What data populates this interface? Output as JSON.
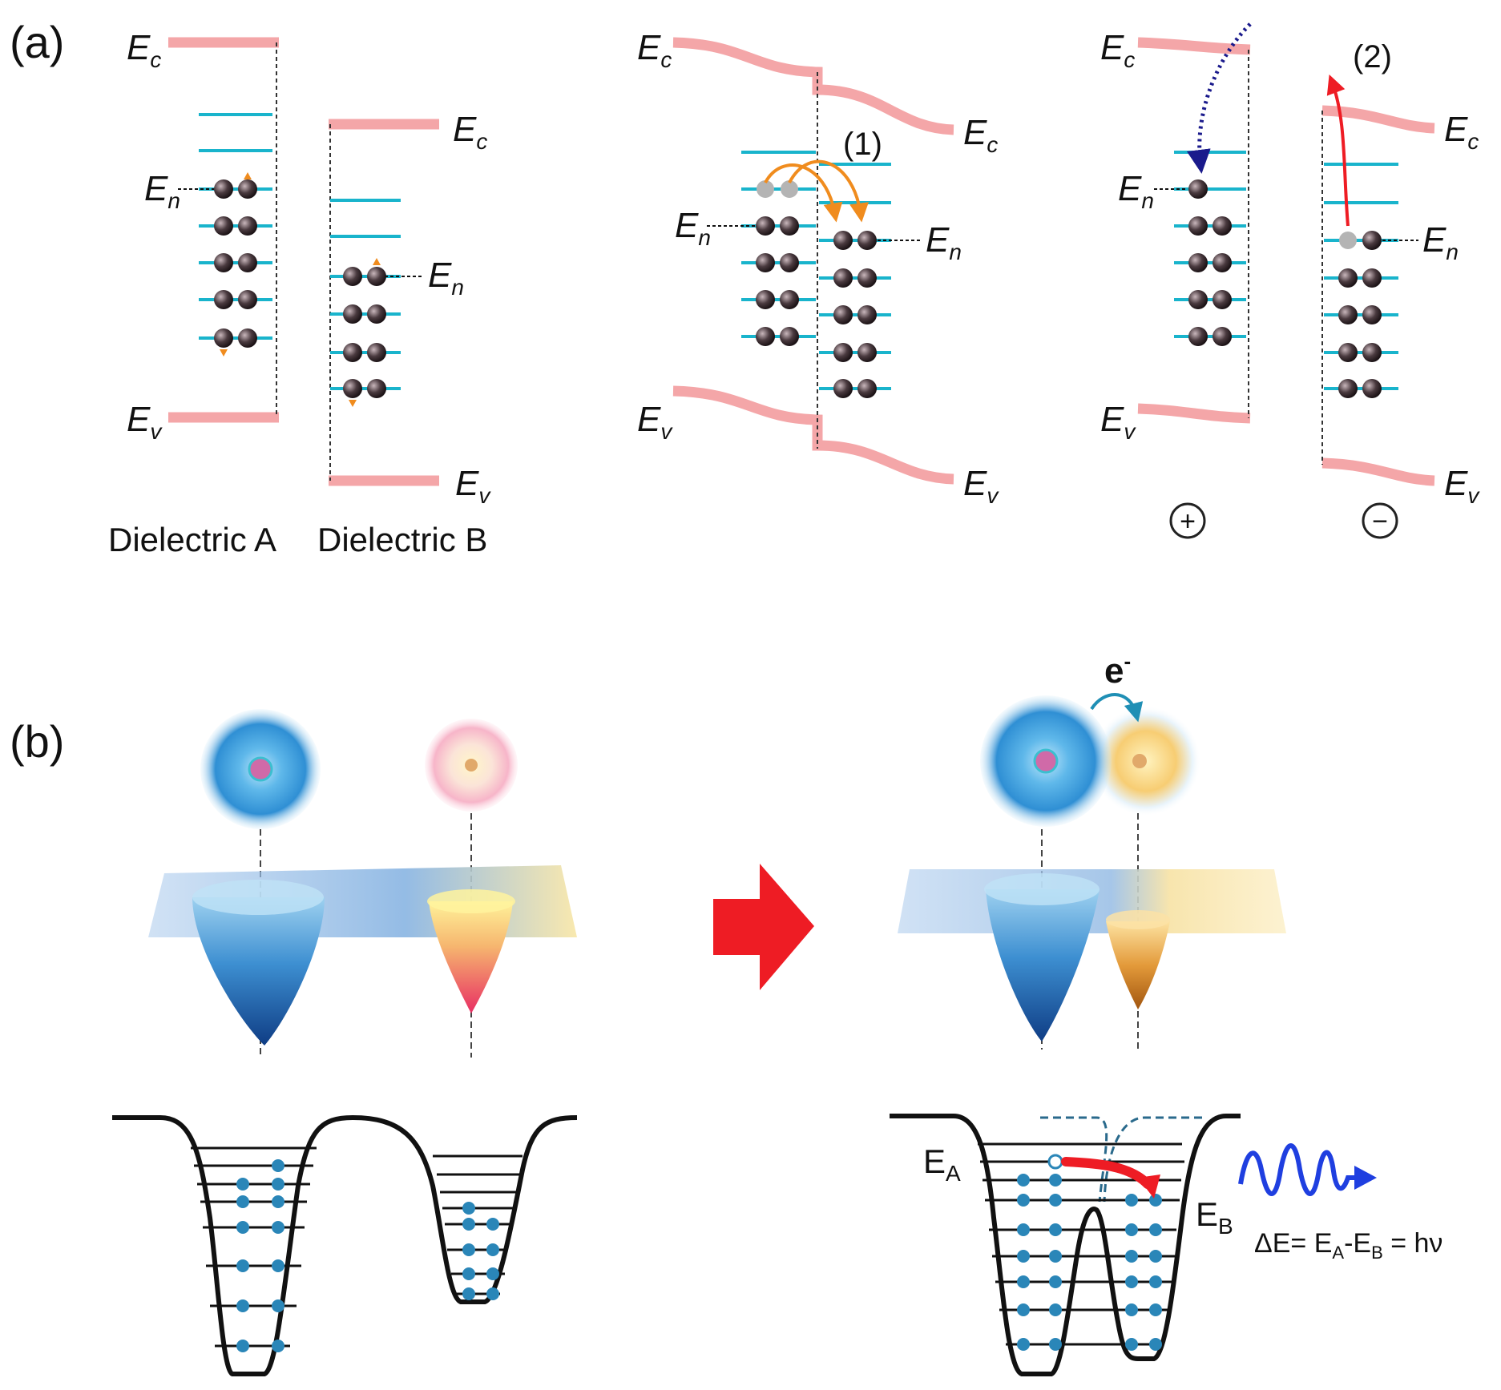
{
  "panels": {
    "a": {
      "label": "(a)",
      "band_labels": {
        "ec_main": "E",
        "ec_sub": "c",
        "ev_main": "E",
        "ev_sub": "v",
        "en_main": "E",
        "en_sub": "n"
      },
      "dielectric_a": "Dielectric A",
      "dielectric_b": "Dielectric B",
      "step1": "(1)",
      "step2": "(2)",
      "plus": "+",
      "minus": "−"
    },
    "b": {
      "label": "(b)",
      "electron": "e",
      "electron_sup": "-",
      "ea_main": "E",
      "ea_sub": "A",
      "eb_main": "E",
      "eb_sub": "B",
      "eq_delta": "ΔE= E",
      "eq_a": "A",
      "eq_dash": "-E",
      "eq_b": "B",
      "eq_end": " = hν"
    }
  },
  "colors": {
    "band": "#f4a6a8",
    "trap": "#19b4cc",
    "electron": "#3a3034",
    "orange": "#f08c1e",
    "red": "#ee1c24",
    "navy": "#1a1a8c",
    "well_blue": "#1e6fb0",
    "well_orange": "#f3c27a",
    "photon": "#1f3fe0"
  }
}
